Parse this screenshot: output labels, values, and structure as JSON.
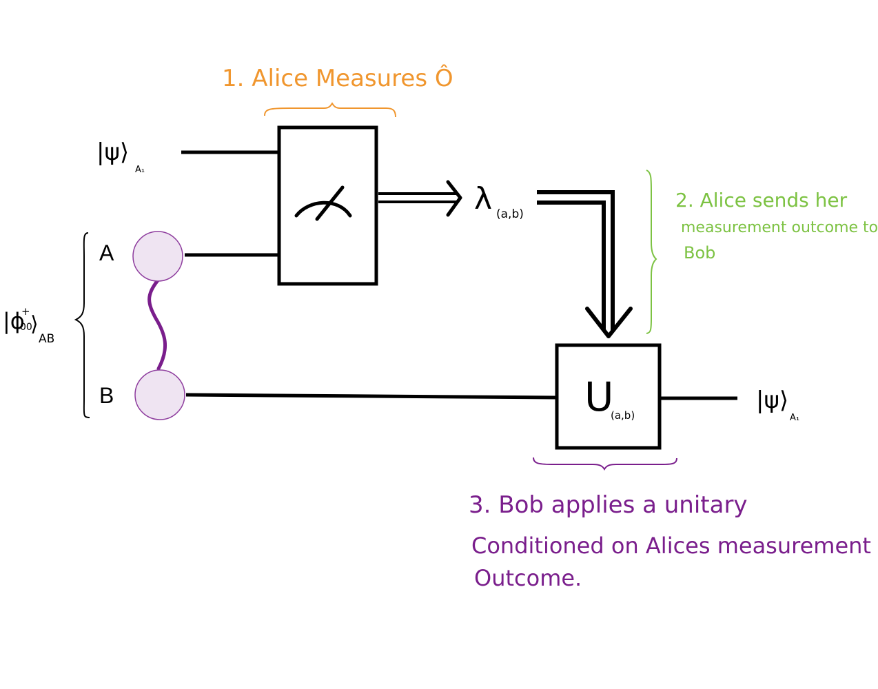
{
  "colors": {
    "ink": "#000000",
    "orange": "#F0962E",
    "green": "#7CC242",
    "purple": "#7A1E8C",
    "qubit_fill": "#EFE4F2",
    "qubit_stroke": "#8E3D9E"
  },
  "annotations": {
    "step1": "1. Alice Measures Ô",
    "step2_line1": "2. Alice sends her",
    "step2_line2": "measurement outcome to",
    "step2_line3": "Bob",
    "step3_line1": "3. Bob applies a unitary",
    "step3_line2": "Conditioned on Alices measurement",
    "step3_line3": "Outcome."
  },
  "labels": {
    "input_state": "|ψ⟩",
    "input_state_sub": "A₁",
    "bell_state": "|ϕ",
    "bell_state_sup": "+",
    "bell_state_sub_inner": "00",
    "bell_state_close": "⟩",
    "bell_state_sub": "AB",
    "qubit_a": "A",
    "qubit_b": "B",
    "lambda": "λ",
    "lambda_sub": "(a,b)",
    "unitary": "U",
    "unitary_sub": "(a,b)",
    "output_state": "|ψ⟩",
    "output_state_sub": "A₁"
  },
  "icons": {
    "meter": "measurement-meter-icon",
    "qubit": "circle-icon"
  }
}
